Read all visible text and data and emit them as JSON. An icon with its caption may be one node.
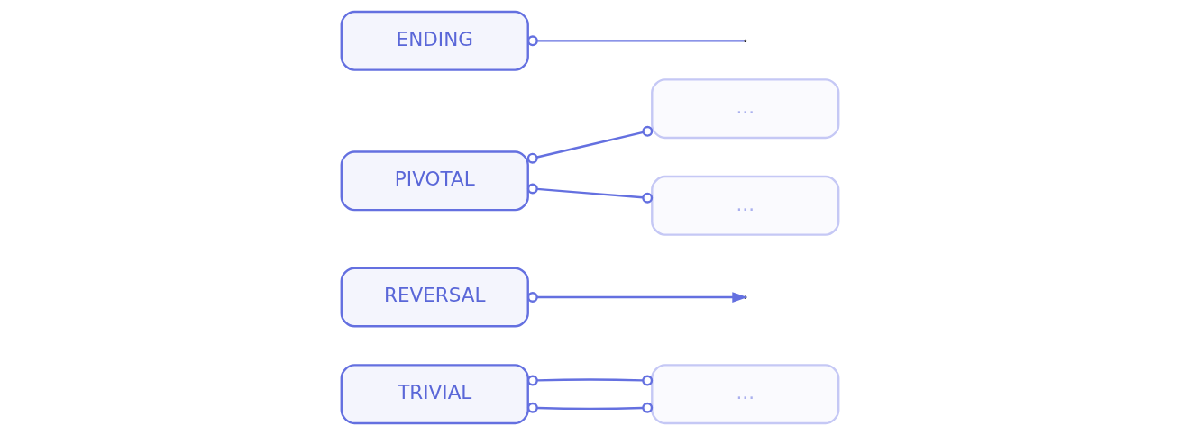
{
  "diagram": {
    "nodes": [
      {
        "text": [
          "TRIVIAL"
        ]
      },
      {
        "text": [
          "..."
        ]
      },
      {
        "text": [
          "REVERSAL"
        ]
      },
      {
        "text": [
          "..."
        ]
      },
      {
        "text": [
          "PIVOTAL"
        ]
      },
      {
        "text": [
          "ENDING"
        ]
      },
      {
        "text": [
          "..."
        ]
      }
    ],
    "edges": [
      {
        "from": 0,
        "to": 1,
        "arrow": "other"
      },
      {
        "from": 0,
        "to": 1,
        "arrow": "other"
      },
      {
        "from": 2,
        "to": null,
        "arrow": "to"
      },
      {
        "from": 4,
        "to": 3,
        "arrow": "other"
      },
      {
        "from": 4,
        "to": 6,
        "arrow": "other"
      },
      {
        "from": 5,
        "to": null,
        "arrow": "other"
      }
    ]
  }
}
